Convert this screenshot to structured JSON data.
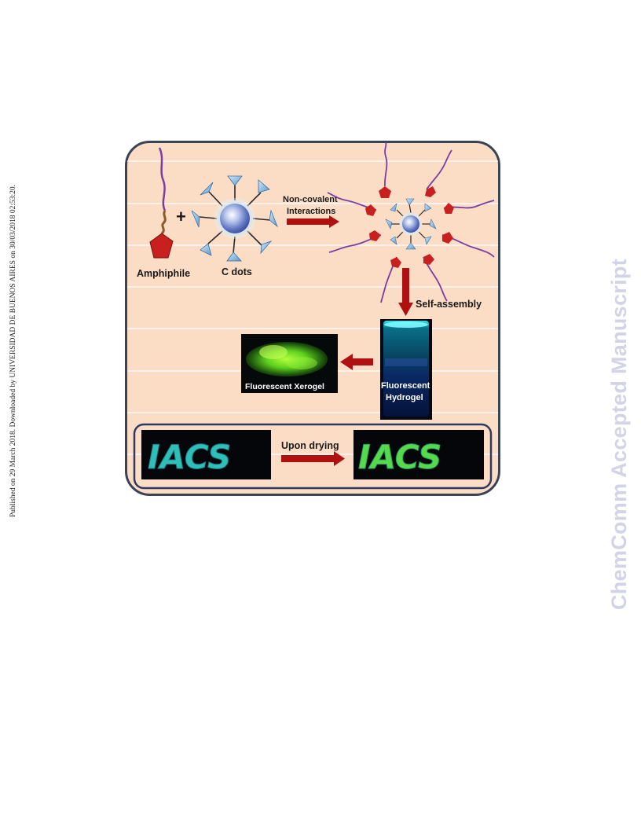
{
  "sidebar": {
    "published_text": "Published on 29 March 2018. Downloaded by UNIVERSIDAD DE BUENOS AIRES on 30/03/2018 02:53:20."
  },
  "watermark": {
    "text": "ChemComm Accepted Manuscript",
    "color": "#d3d3e8"
  },
  "figure": {
    "background_color": "#fbdcc5",
    "frame_color": "#3a4356",
    "arrow_color": "#b01010",
    "labels": {
      "amphiphile": "Amphiphile",
      "plus": "+",
      "cdots": "C dots",
      "interaction_line1": "Non-covalent",
      "interaction_line2": "Interactions",
      "self_assembly": "Self-assembly",
      "xerogel": "Fluorescent Xerogel",
      "hydrogel_line1": "Fluorescent",
      "hydrogel_line2": "Hydrogel",
      "upon_drying": "Upon drying",
      "iacs_before": "IACS",
      "iacs_after": "IACS"
    }
  }
}
